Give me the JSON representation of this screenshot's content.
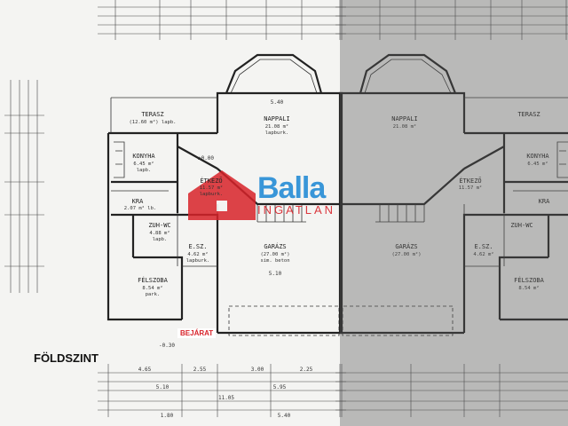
{
  "floor_label": "FÖLDSZINT",
  "entrance_label": "BEJÁRAT",
  "watermark": {
    "brand": "Balla",
    "sub": "INGATLAN",
    "house_color": "#d8232a",
    "brand_color": "#2a8fd6"
  },
  "rooms": {
    "terrace": {
      "name": "TERASZ",
      "area": "(12.60 m²) lapb."
    },
    "living": {
      "name": "NAPPALI",
      "area": "21.08 m²",
      "floor": "lapburk."
    },
    "kitchen": {
      "name": "KONYHA",
      "area": "6.45 m²",
      "floor": "lapb."
    },
    "dining": {
      "name": "ÉTKEZŐ",
      "area": "11.57 m²",
      "floor": "lapburk."
    },
    "pantry": {
      "name": "KRA",
      "area": "2.07 m² lb."
    },
    "bath": {
      "name": "ZUH-WC",
      "area": "4.88 m²",
      "floor": "lapb."
    },
    "hall": {
      "name": "E.SZ.",
      "area": "4.62 m²",
      "floor": "lapburk."
    },
    "garage": {
      "name": "GARÁZS",
      "area": "(27.00 m²)",
      "floor": "sim. beton"
    },
    "halfroom": {
      "name": "FÉLSZOBA",
      "area": "8.54 m²",
      "floor": "park."
    }
  },
  "dimensions": {
    "living_width": "5.40",
    "garage_width": "5.10",
    "level": "±0.00",
    "level_out": "-0.30",
    "bottom_row1": [
      "4.65",
      "2.55",
      "3.00",
      "2.25"
    ],
    "bottom_row2": [
      "5.10",
      "5.95"
    ],
    "bottom_total": "11.05",
    "bottom_row3": [
      "1.80",
      "5.40"
    ]
  }
}
